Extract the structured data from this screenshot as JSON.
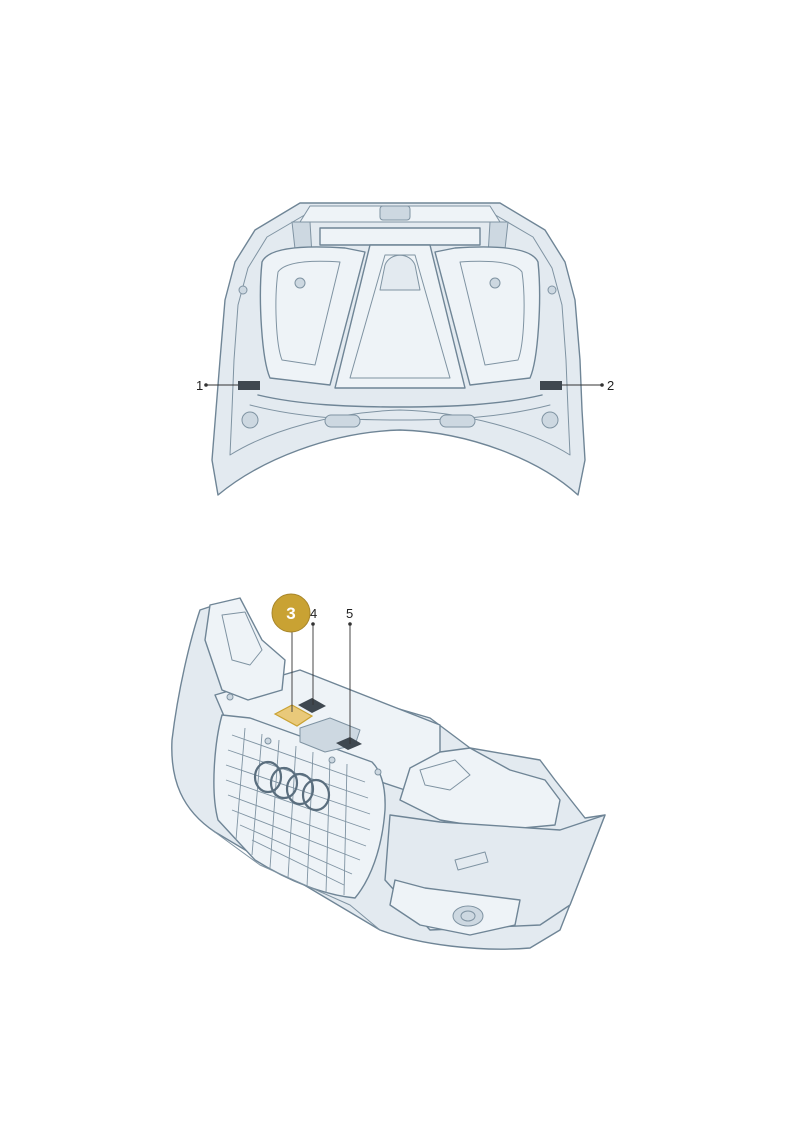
{
  "callouts": {
    "c1": "1",
    "c2": "2",
    "c3": "3",
    "c4": "4",
    "c5": "5"
  },
  "colors": {
    "line": "#6f8596",
    "fill_light": "#e3eaf0",
    "pad_dark": "#3f4850",
    "highlight_gold": "#c9a233",
    "highlight_pad": "#e9c97a"
  },
  "figures": [
    {
      "name": "engine-hood-underside",
      "callouts": [
        "1",
        "2"
      ]
    },
    {
      "name": "front-bumper-assembly",
      "callouts": [
        "3",
        "4",
        "5"
      ]
    }
  ]
}
